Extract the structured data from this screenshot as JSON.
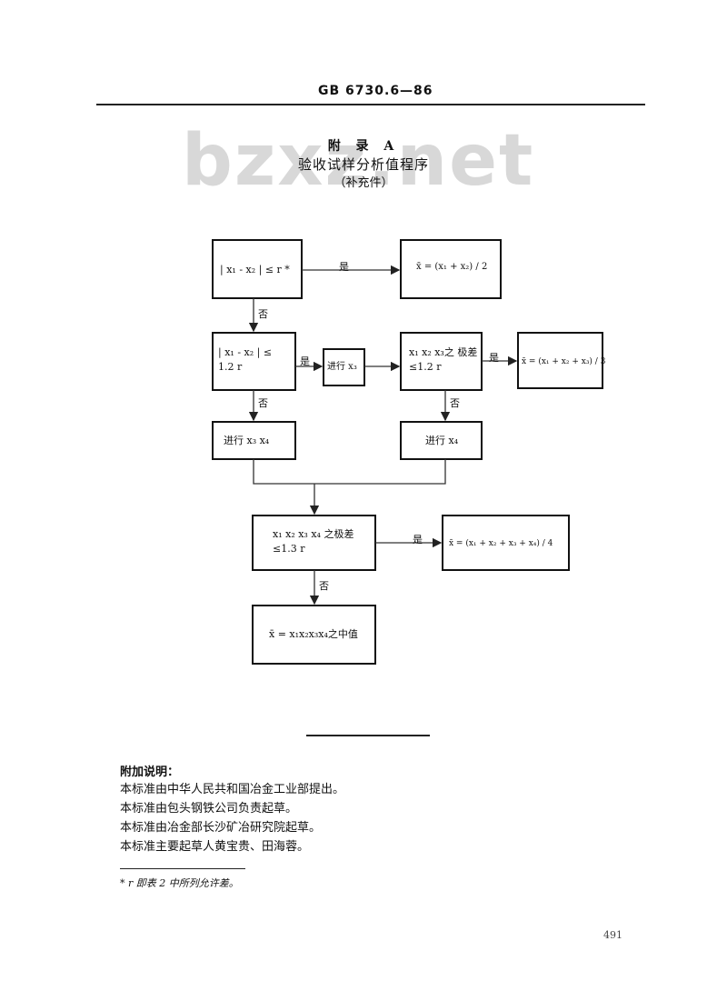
{
  "header": {
    "standard_code": "GB 6730.6—86",
    "watermark": "bzxz.net"
  },
  "appendix": {
    "label": "附 录 A",
    "title": "验收试样分析值程序",
    "subtitle": "（补充件）"
  },
  "flowchart": {
    "nodes": {
      "cond1": "| x₁ - x₂ | ≤ r *",
      "result2": "x̄ = (x₁ + x₂) / 2",
      "cond_a": "| x₁ - x₂ | ≤ 1.2 r",
      "do_x3": "进行 x₃",
      "cond_range3": "x₁  x₂  x₃之 极差≤1.2 r",
      "result3": "x̄ = (x₁ + x₂ + x₃) / 3",
      "do_x3x4": "进行 x₃  x₄",
      "do_x4": "进行 x₄",
      "cond_range4": "x₁  x₂  x₃  x₄ 之极差≤1.3 r",
      "result4": "x̄ = (x₁ + x₂ + x₃ + x₄) / 4",
      "median": "x̄ = x₁x₂x₃x₄之中值"
    },
    "labels": {
      "yes": "是",
      "no": "否"
    }
  },
  "notes": {
    "heading": "附加说明：",
    "lines": [
      "本标准由中华人民共和国冶金工业部提出。",
      "本标准由包头钢铁公司负责起草。",
      "本标准由冶金部长沙矿冶研究院起草。",
      "本标准主要起草人黄宝贵、田海蓉。"
    ]
  },
  "footnote": "* r 即表 2 中所列允许差。",
  "page_number": "491"
}
